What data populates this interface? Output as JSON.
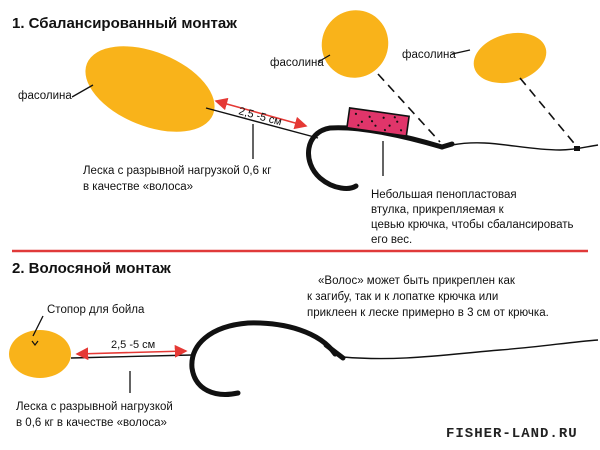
{
  "sections": {
    "balanced": {
      "title": "1. Сбалансированный монтаж",
      "bean_label_1": "фасолина",
      "bean_label_2": "фасолина",
      "bean_label_3": "фасолина",
      "distance": "2,5 -5 см",
      "line_caption": [
        "Леска с разрывной нагрузкой 0,6 кг",
        "в качестве «волоса»"
      ],
      "foam_caption": [
        "Небольшая пенопластовая",
        "втулка, прикрепляемая к",
        "цевью крючка, чтобы сбалансировать",
        "его вес."
      ]
    },
    "hair": {
      "title": "2. Волосяной монтаж",
      "stopper_label": "Стопор для бойла",
      "distance": "2,5 -5 см",
      "note": [
        "«Волос» может быть прикреплен как",
        "к загибу, так и к лопатке крючка или",
        "приклеен к леске примерно в 3 см от крючка."
      ],
      "line_caption": [
        "Леска с разрывной нагрузкой",
        "в 0,6 кг в качестве «волоса»"
      ]
    }
  },
  "watermark": "FISHER-LAND.RU",
  "colors": {
    "bait": "#F9B31A",
    "divider": "#E03A3A",
    "arrow": "#E53935",
    "foam": "#E0356A",
    "line": "#111111"
  }
}
